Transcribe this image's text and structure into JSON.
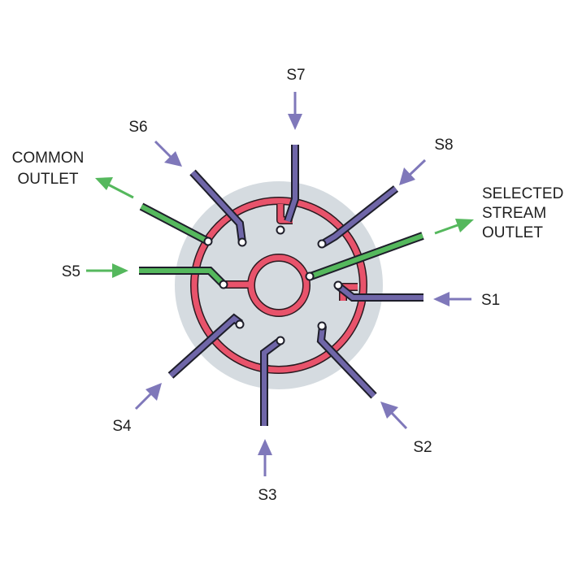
{
  "labels": {
    "common_outlet_line1": "COMMON",
    "common_outlet_line2": "OUTLET",
    "selected_outlet_line1": "SELECTED",
    "selected_outlet_line2": "STREAM",
    "selected_outlet_line3": "OUTLET",
    "s1": "S1",
    "s2": "S2",
    "s3": "S3",
    "s4": "S4",
    "s5": "S5",
    "s6": "S6",
    "s7": "S7",
    "s8": "S8"
  },
  "colors": {
    "body_gray": "#d5dbe0",
    "channel_red": "#e8536b",
    "inlet_purple": "#6f66a8",
    "inlet_line_purple": "#7f78ba",
    "outlet_green": "#55b85d",
    "tube_outline": "#1e1e2a",
    "port_white": "#ffffff"
  },
  "icons": {
    "inlet_arrow": "arrow-icon",
    "outlet_arrow": "arrow-icon"
  }
}
